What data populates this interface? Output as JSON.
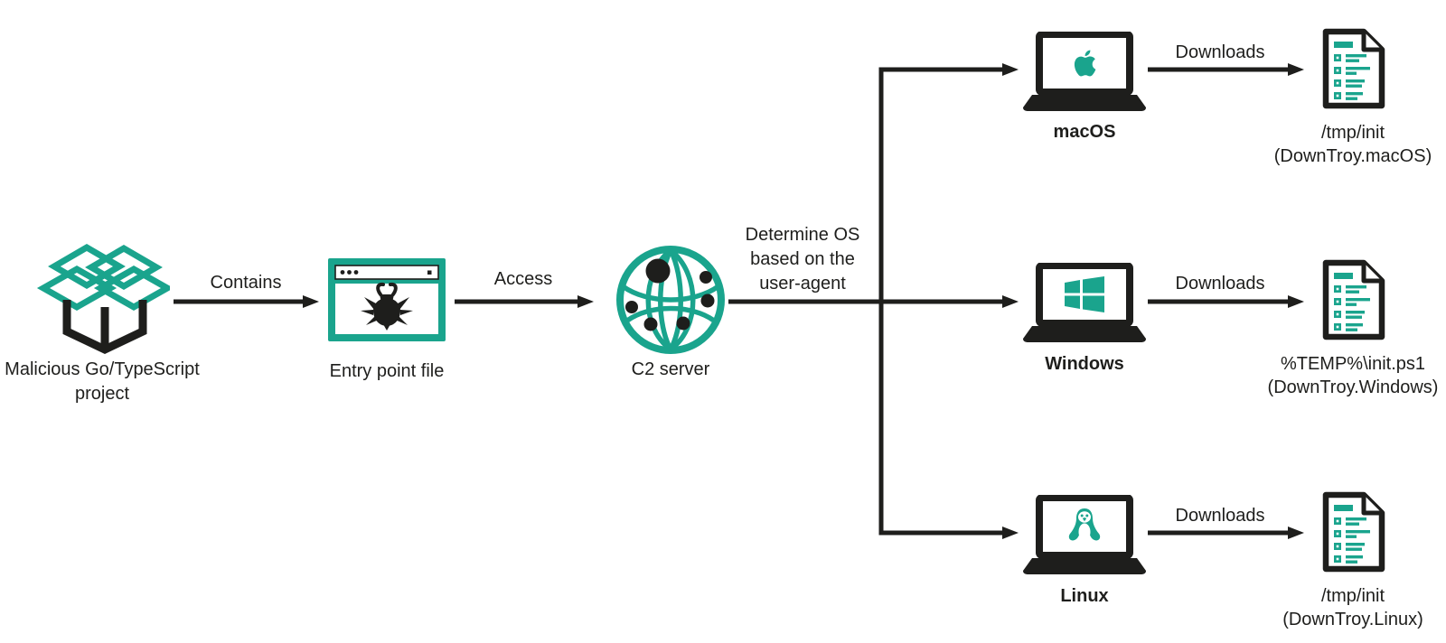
{
  "diagram_type": "malware-infection-flow",
  "colors": {
    "accent_teal": "#1aa48d",
    "ink_black": "#1e1e1c",
    "background": "#ffffff"
  },
  "nodes": {
    "project": {
      "icon": "open-box-icon",
      "label_line1": "Malicious Go/TypeScript",
      "label_line2": "project"
    },
    "entry_point": {
      "icon": "browser-bug-icon",
      "label": "Entry point file"
    },
    "c2_server": {
      "icon": "globe-network-icon",
      "label": "C2 server"
    }
  },
  "edges": {
    "contains_label": "Contains",
    "access_label": "Access",
    "determine_line1": "Determine OS",
    "determine_line2": "based on the",
    "determine_line3": "user-agent"
  },
  "branches": [
    {
      "os_label": "macOS",
      "os_icon": "apple-logo-icon",
      "downloads_label": "Downloads",
      "file_icon": "document-icon",
      "file_line1": "/tmp/init",
      "file_line2": "(DownTroy.macOS)"
    },
    {
      "os_label": "Windows",
      "os_icon": "windows-logo-icon",
      "downloads_label": "Downloads",
      "file_icon": "document-icon",
      "file_line1": "%TEMP%\\init.ps1",
      "file_line2": "(DownTroy.Windows)"
    },
    {
      "os_label": "Linux",
      "os_icon": "linux-penguin-icon",
      "downloads_label": "Downloads",
      "file_icon": "document-icon",
      "file_line1": "/tmp/init",
      "file_line2": "(DownTroy.Linux)"
    }
  ]
}
